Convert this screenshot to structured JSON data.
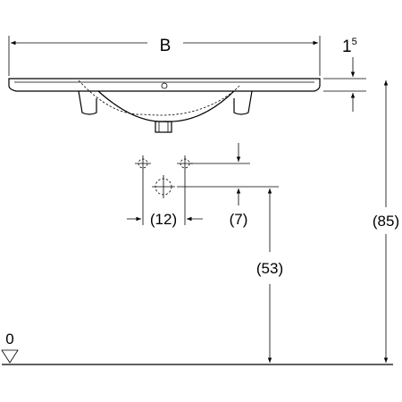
{
  "dimensions": {
    "width_label": "B",
    "rim_thickness_main": "1",
    "rim_thickness_sup": "5",
    "tap_spacing": "(12)",
    "drain_offset": "(7)",
    "drain_height": "(53)",
    "total_height": "(85)",
    "floor_level": "0"
  }
}
